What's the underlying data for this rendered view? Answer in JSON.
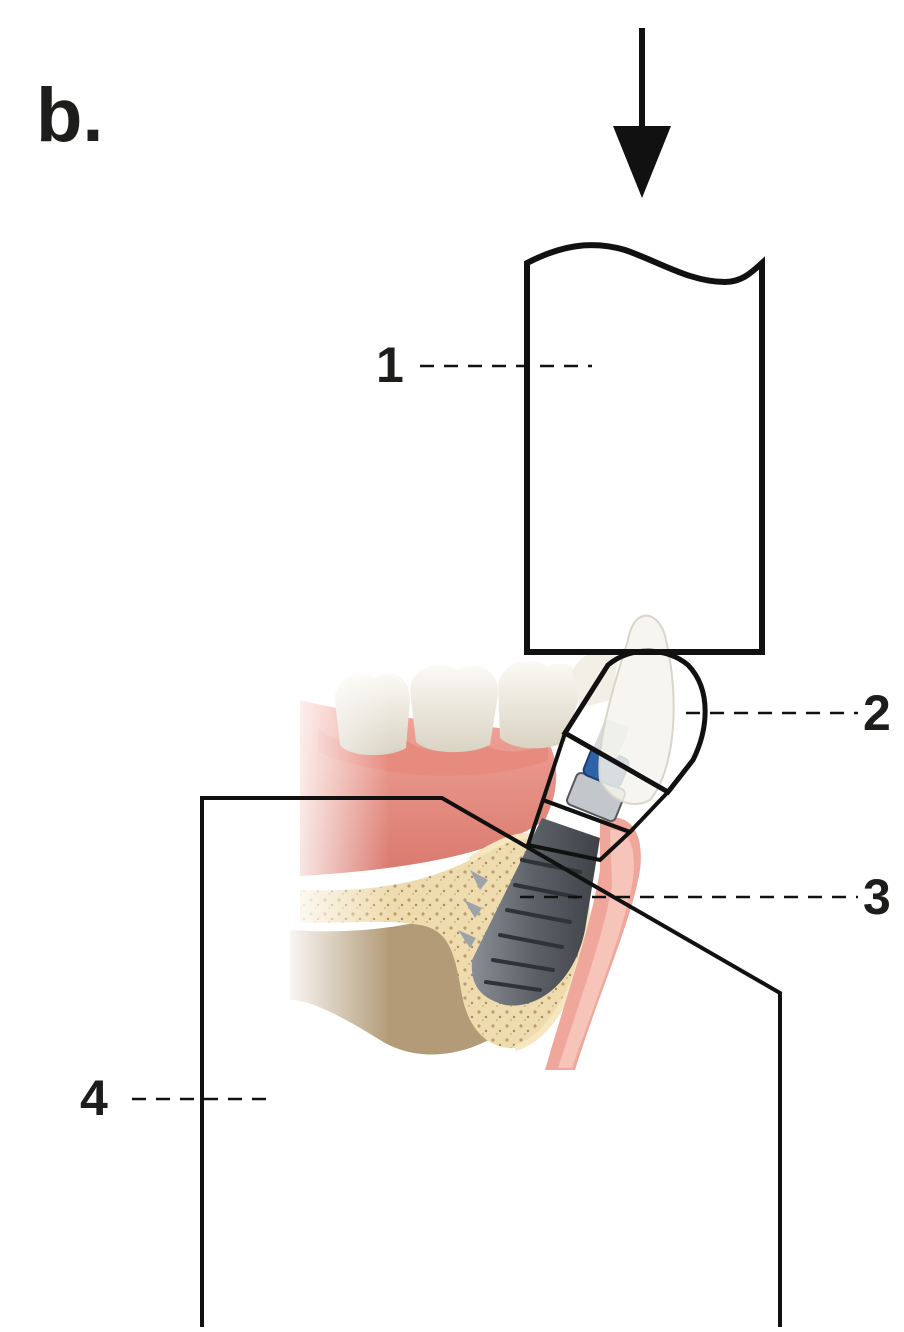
{
  "figure": {
    "panel_label": "b.",
    "callouts": [
      {
        "id": "1",
        "text": "1"
      },
      {
        "id": "2",
        "text": "2"
      },
      {
        "id": "3",
        "text": "3"
      },
      {
        "id": "4",
        "text": "4"
      }
    ],
    "colors": {
      "line": "#111111",
      "gum": "#e58d82",
      "gum_light": "#f3b5a9",
      "bone": "#f1dfb4",
      "bone_dark": "#a78a62",
      "tooth": "#eeeae0",
      "implant": "#6f7379",
      "abutment_accent": "#2f63a8"
    }
  }
}
